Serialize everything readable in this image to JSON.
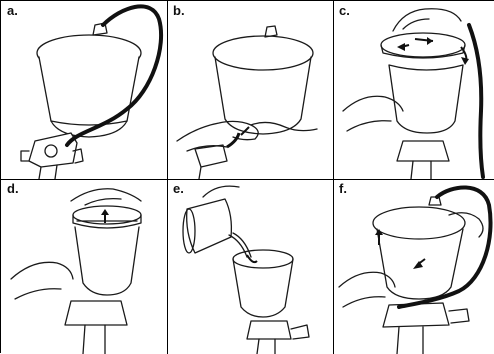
{
  "figure": {
    "panels": [
      {
        "label": "a.",
        "depicts": "cup-with-hose-connected-icon"
      },
      {
        "label": "b.",
        "depicts": "disconnect-hose-icon"
      },
      {
        "label": "c.",
        "depicts": "unscrew-cup-icon"
      },
      {
        "label": "d.",
        "depicts": "screw-lid-icon"
      },
      {
        "label": "e.",
        "depicts": "pour-paint-icon"
      },
      {
        "label": "f.",
        "depicts": "reattach-lid-and-hose-icon"
      }
    ]
  },
  "colors": {
    "line": "#1a1a1a",
    "hose": "#111111",
    "background": "#ffffff"
  }
}
